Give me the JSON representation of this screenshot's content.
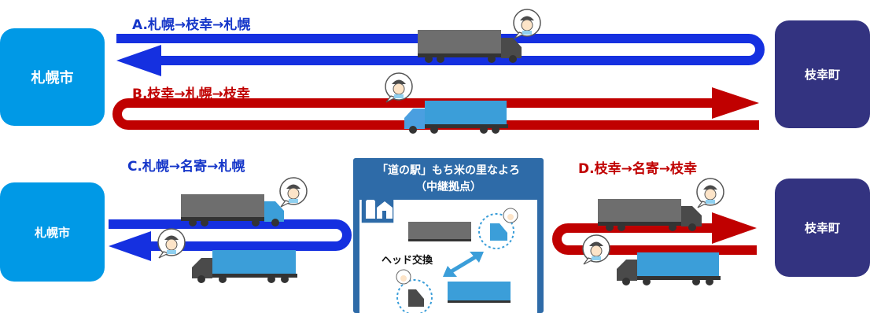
{
  "cities": {
    "sapporo_top": "札幌市",
    "esashi_top": "枝幸町",
    "sapporo_bottom": "札幌市",
    "esashi_bottom": "枝幸町"
  },
  "routes": {
    "a": "A.札幌→枝幸→札幌",
    "b": "B.枝幸→札幌→枝幸",
    "c": "C.札幌→名寄→札幌",
    "d": "D.枝幸→名寄→枝幸"
  },
  "relay": {
    "title_line1": "「道の駅」もち米の里なよろ",
    "title_line2": "（中継拠点）",
    "head_exchange": "ヘッド交換",
    "icon": "roadside-station-icon"
  },
  "colors": {
    "blue_route": "#1530e0",
    "red_route": "#c00000",
    "sapporo_box": "#0099e6",
    "esashi_box": "#333380",
    "trailer_gray": "#6e6e6e",
    "trailer_blue": "#3b9ed9",
    "relay_panel": "#2e6ba8"
  }
}
